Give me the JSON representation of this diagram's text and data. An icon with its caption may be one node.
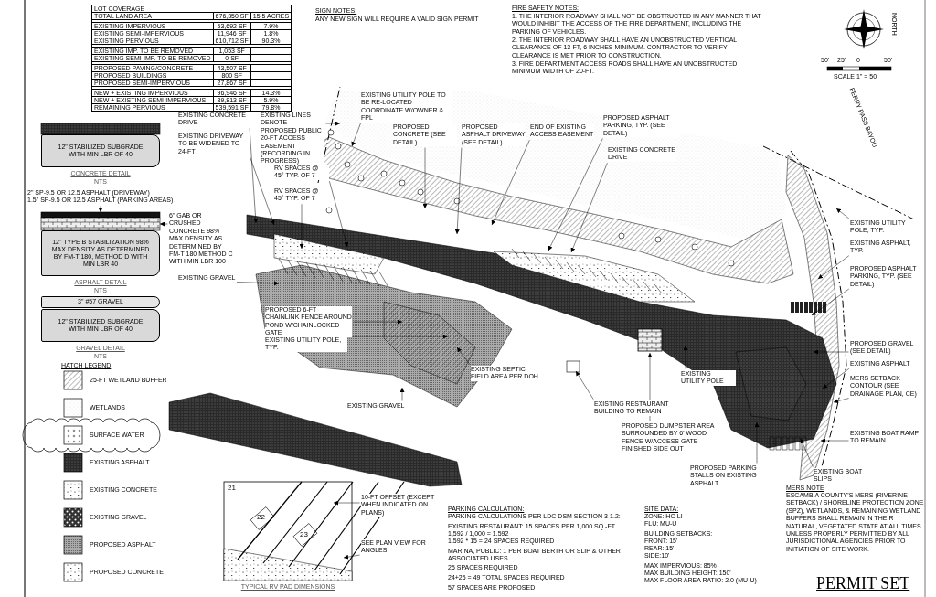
{
  "diagram": {
    "nodes": [
      {
        "text": [
          "12\" STABILIZED SUBGRADE WITH MIN LBR OF 40"
        ]
      },
      {
        "text": [
          "2\" SP-9.5 OR 12.5 ASPHALT (DRIVEWAY)",
          "1.5\" SP-9.5 OR 12.5 ASPHALT (PARKING AREAS)"
        ]
      },
      {
        "text": [
          "12\" TYPE B STABILIZATION 98% MAX DENSITY AS DETERMINED BY FM-T 180, METHOD D WITH MIN LBR 40"
        ]
      },
      {
        "text": [
          "6\" GAB OR CRUSHED CONCRETE 98% MAX DENSITY AS DETERMINED BY FM-T 180 METHOD C WITH MIN LBR 100"
        ]
      },
      {
        "text": [
          "3\" #57 GRAVEL"
        ]
      },
      {
        "text": [
          "12\" STABILIZED SUBGRADE WITH MIN LBR OF 40"
        ]
      },
      {
        "text": [
          "EXISTING CONCRETE DRIVE"
        ]
      },
      {
        "text": [
          "EXISTING DRIVEWAY TO BE WIDENED TO 24-FT"
        ]
      },
      {
        "text": [
          "EXISTING LINES DENOTE PROPOSED PUBLIC 20-FT ACCESS EASEMENT (RECORDING IN PROGRESS)"
        ]
      },
      {
        "text": [
          "EXISTING UTILITY POLE TO BE RE-LOCATED COORDINATE W/OWNER & FPL"
        ]
      },
      {
        "text": [
          "PROPOSED CONCRETE (SEE DETAIL)"
        ]
      },
      {
        "text": [
          "PROPOSED ASPHALT DRIVEWAY (SEE DETAIL)"
        ]
      },
      {
        "text": [
          "END OF EXISTING ACCESS EASEMENT"
        ]
      },
      {
        "text": [
          "PROPOSED ASPHALT PARKING, TYP. (SEE DETAIL)"
        ]
      },
      {
        "text": [
          "EXISTING CONCRETE DRIVE"
        ]
      },
      {
        "text": [
          "RV SPACES @ 45° TYP. OF 7"
        ]
      },
      {
        "text": [
          "RV SPACES @ 45° TYP. OF 7"
        ]
      },
      {
        "text": [
          "EXISTING GRAVEL"
        ]
      },
      {
        "text": [
          "PROPOSED 6-FT CHAINLINK FENCE AROUND POND W/CHAINLOCKED GATE"
        ]
      },
      {
        "text": [
          "EXISTING UTILITY POLE, TYP."
        ]
      },
      {
        "text": [
          "EXISTING SEPTIC FIELD AREA PER DOH"
        ]
      },
      {
        "text": [
          "EXISTING GRAVEL"
        ]
      },
      {
        "text": [
          "EXISTING RESTAURANT BUILDING TO REMAIN"
        ]
      },
      {
        "text": [
          "EXISTING UTILITY POLE"
        ]
      },
      {
        "text": [
          "PROPOSED DUMPSTER AREA SURROUNDED BY 6' WOOD FENCE W/ACCESS GATE FINISHED SIDE OUT"
        ]
      },
      {
        "text": [
          "PROPOSED PARKING STALLS ON EXISTING ASPHALT"
        ]
      },
      {
        "text": [
          "EXISTING BOAT SLIPS"
        ]
      },
      {
        "text": [
          "EXISTING BOAT RAMP TO REMAIN"
        ]
      },
      {
        "text": [
          "EXISTING UTILITY POLE, TYP."
        ]
      },
      {
        "text": [
          "EXISTING ASPHALT, TYP."
        ]
      },
      {
        "text": [
          "PROPOSED ASPHALT PARKING, TYP. (SEE DETAIL)"
        ]
      },
      {
        "text": [
          "PROPOSED GRAVEL (SEE DETAIL)"
        ]
      },
      {
        "text": [
          "EXISTING ASPHALT"
        ]
      },
      {
        "text": [
          "MERS SETBACK CONTOUR (SEE DRAINAGE PLAN, CE)"
        ]
      },
      {
        "text": [
          "10-FT OFFSET (EXCEPT WHEN INDICATED ON PLANS)"
        ]
      },
      {
        "text": [
          "SEE PLAN VIEW FOR ANGLES"
        ]
      },
      {
        "text": [],
        "shape": "bar"
      },
      {
        "text": [],
        "shape": "bar"
      },
      {
        "text": [],
        "shape": "bar"
      }
    ],
    "edges": [
      {
        "from": 1,
        "to": 37,
        "arrow": "to"
      },
      {
        "from": 3,
        "to": 38,
        "arrow": "to"
      },
      {
        "from": 6,
        "to": null,
        "arrow": "to"
      },
      {
        "from": 7,
        "to": null,
        "arrow": "to"
      },
      {
        "from": 8,
        "to": null,
        "arrow": "to"
      },
      {
        "from": 9,
        "to": null,
        "arrow": "to"
      },
      {
        "from": 10,
        "to": null,
        "arrow": "to"
      },
      {
        "from": 11,
        "to": null,
        "arrow": "to"
      },
      {
        "from": 12,
        "to": null,
        "arrow": "to"
      },
      {
        "from": 13,
        "to": null,
        "arrow": "to"
      },
      {
        "from": 14,
        "to": null,
        "arrow": "to"
      },
      {
        "from": 15,
        "to": null,
        "arrow": "to"
      },
      {
        "from": 16,
        "to": null,
        "arrow": "to"
      },
      {
        "from": 17,
        "to": null,
        "arrow": "to"
      },
      {
        "from": 18,
        "to": null,
        "arrow": "to"
      },
      {
        "from": 19,
        "to": null,
        "arrow": "to"
      },
      {
        "from": 20,
        "to": null,
        "arrow": "to"
      },
      {
        "from": 21,
        "to": null,
        "arrow": "to"
      },
      {
        "from": 22,
        "to": null,
        "arrow": "to"
      },
      {
        "from": 23,
        "to": null,
        "arrow": "to"
      },
      {
        "from": 24,
        "to": null,
        "arrow": "to"
      },
      {
        "from": 25,
        "to": null,
        "arrow": "to"
      },
      {
        "from": 26,
        "to": null,
        "arrow": "to"
      },
      {
        "from": 27,
        "to": null,
        "arrow": "to"
      },
      {
        "from": 28,
        "to": null,
        "arrow": "to"
      },
      {
        "from": 29,
        "to": null,
        "arrow": "to"
      },
      {
        "from": 30,
        "to": null,
        "arrow": "to"
      },
      {
        "from": 31,
        "to": null,
        "arrow": "to"
      },
      {
        "from": 32,
        "to": null,
        "arrow": "to"
      },
      {
        "from": 33,
        "to": null,
        "arrow": "to"
      },
      {
        "from": 34,
        "to": null,
        "arrow": "to"
      },
      {
        "from": 35,
        "to": null,
        "arrow": "to"
      }
    ],
    "labels": [
      "LOT COVERAGE",
      "TOTAL LAND AREA",
      "676,350 SF",
      "15.5 ACRES",
      "EXISTING IMPERVIOUS",
      "53,692 SF",
      "7.9%",
      "EXISTING SEMI-IMPERVIOUS",
      "11,946 SF",
      "1.8%",
      "EXISTING PERVIOUS",
      "610,712 SF",
      "90.3%",
      "EXISTING IMP. TO BE REMOVED",
      "1,053 SF",
      "EXISTING SEMI-IMP. TO BE REMOVED",
      "0 SF",
      "PROPOSED PAVING/CONCRETE",
      "43,507 SF",
      "PROPOSED BUILDINGS",
      "800 SF",
      "PROPOSED SEMI-IMPERVIOUS",
      "27,867 SF",
      "NEW + EXISTING IMPERVIOUS",
      "96,946 SF",
      "14.3%",
      "NEW + EXISTING SEMI-IMPERVIOUS",
      "39,813 SF",
      "5.9%",
      "REMAINING PERVIOUS",
      "539,591 SF",
      "79.8%",
      "SIGN NOTES:",
      "ANY NEW SIGN WILL REQUIRE A VALID SIGN PERMIT",
      "FIRE SAFETY NOTES:",
      "1. THE INTERIOR ROADWAY SHALL NOT BE OBSTRUCTED IN ANY MANNER THAT WOULD INHIBIT THE ACCESS OF THE FIRE DEPARTMENT, INCLUDING THE PARKING OF VEHICLES.",
      "2. THE INTERIOR ROADWAY SHALL HAVE AN UNOBSTRUCTED VERTICAL CLEARANCE OF 13-FT, 6 INCHES MINIMUM. CONTRACTOR TO VERIFY CLEARANCE IS MET PRIOR TO CONSTRUCTION.",
      "3. FIRE DEPARTMENT ACCESS ROADS SHALL HAVE AN UNOBSTRUCTED MINIMUM WIDTH OF 20-FT.",
      "NORTH",
      "50'",
      "25'",
      "0",
      "50'",
      "SCALE 1\" = 50'",
      "CONCRETE DETAIL",
      "NTS",
      "ASPHALT DETAIL",
      "NTS",
      "GRAVEL DETAIL",
      "NTS",
      "HATCH LEGEND",
      "FERRY PASS BAYOU",
      "21",
      "22",
      "23",
      "TYPICAL RV PAD DIMENSIONS",
      "PARKING CALCULATION:",
      "PARKING CALCULATIONS PER LDC DSM SECTION 3-1.2:",
      "EXISTING RESTAURANT: 15 SPACES PER 1,000 SQ.-FT.",
      "1,592 / 1,000 = 1.592",
      "1.592 * 15 = 24 SPACES REQUIRED",
      "MARINA, PUBLIC: 1 PER BOAT BERTH OR SLIP & OTHER ASSOCIATED USES",
      "25 SPACES REQUIRED",
      "24+25 = 49 TOTAL SPACES REQUIRED",
      "57 SPACES ARE PROPOSED",
      "SITE DATA:",
      "ZONE: HC-LI",
      "FLU: MU-U",
      "BUILDING SETBACKS:",
      "FRONT: 15'",
      "REAR: 15'",
      "SIDE:10'",
      "MAX IMPERVIOUS: 85%",
      "MAX BUILDING HEIGHT: 150'",
      "MAX FLOOR AREA RATIO: 2.0 (MU-U)",
      "MERS NOTE",
      "ESCAMBIA COUNTY'S MERS (RIVERINE SETBACK) / SHORELINE PROTECTION ZONE (SPZ), WETLANDS, & REMAINING WETLAND BUFFERS SHALL REMAIN IN THEIR NATURAL, VEGETATED STATE AT ALL TIMES UNLESS PROPERLY PERMITTED BY ALL JURISDICTIONAL AGENCIES PRIOR TO INITIATION OF SITE WORK.",
      "PERMIT SET"
    ],
    "legend": [
      {
        "text": "25-FT WETLAND BUFFER"
      },
      {
        "text": "WETLANDS"
      },
      {
        "text": "SURFACE WATER"
      },
      {
        "text": "EXISTING ASPHALT"
      },
      {
        "text": "EXISTING CONCRETE"
      },
      {
        "text": "EXISTING GRAVEL"
      },
      {
        "text": "PROPOSED ASPHALT"
      },
      {
        "text": "PROPOSED CONCRETE"
      }
    ]
  }
}
